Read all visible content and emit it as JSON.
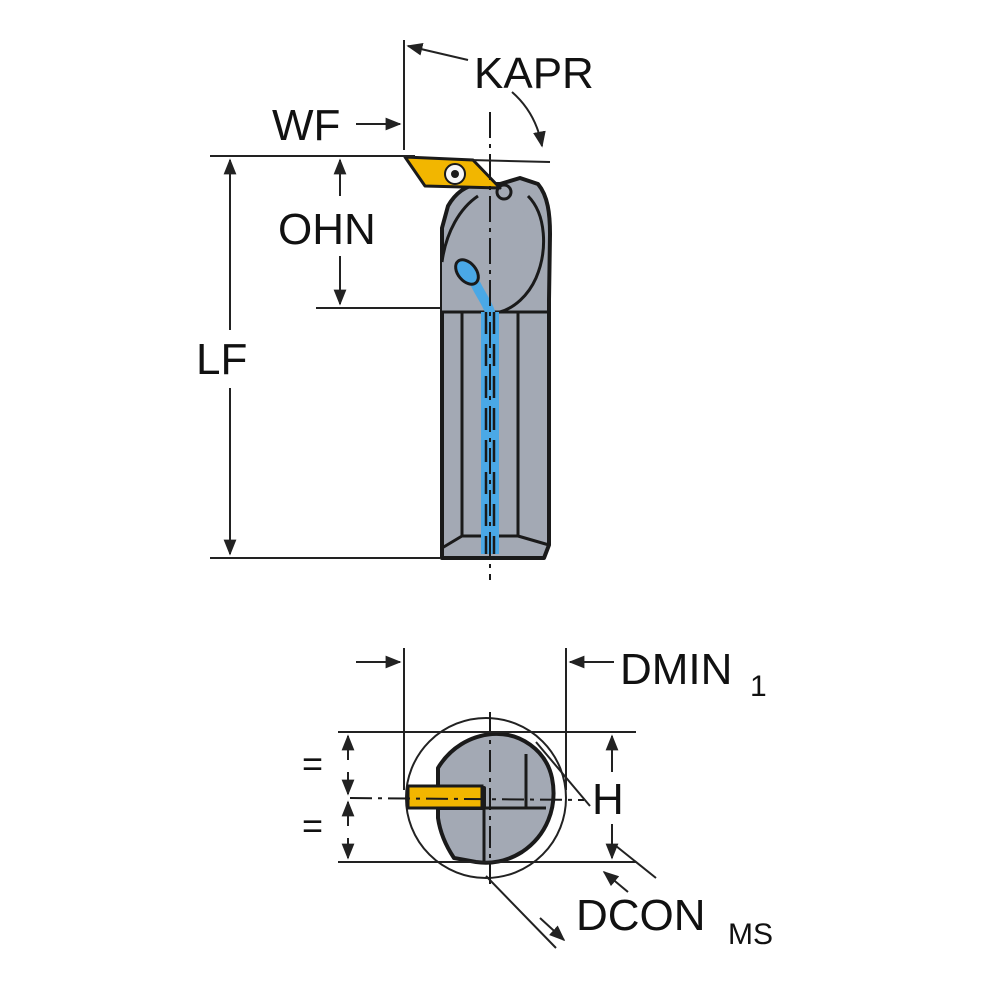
{
  "labels": {
    "kapr": "KAPR",
    "wf": "WF",
    "ohn": "OHN",
    "lf": "LF",
    "dmin_main": "DMIN",
    "dmin_sub": "1",
    "h": "H",
    "dcon_main": "DCON",
    "dcon_sub": "MS",
    "equal_top": "=",
    "equal_bottom": "="
  },
  "colors": {
    "body": "#a3a9b4",
    "body_dark": "#8f959f",
    "outline": "#1a1a1a",
    "insert": "#f2b600",
    "coolant": "#4aa8e6",
    "dimension": "#222222"
  },
  "icons": {
    "insert": "rhombic-insert-icon",
    "screw": "clamp-screw-icon",
    "coolant": "coolant-channel-icon"
  }
}
